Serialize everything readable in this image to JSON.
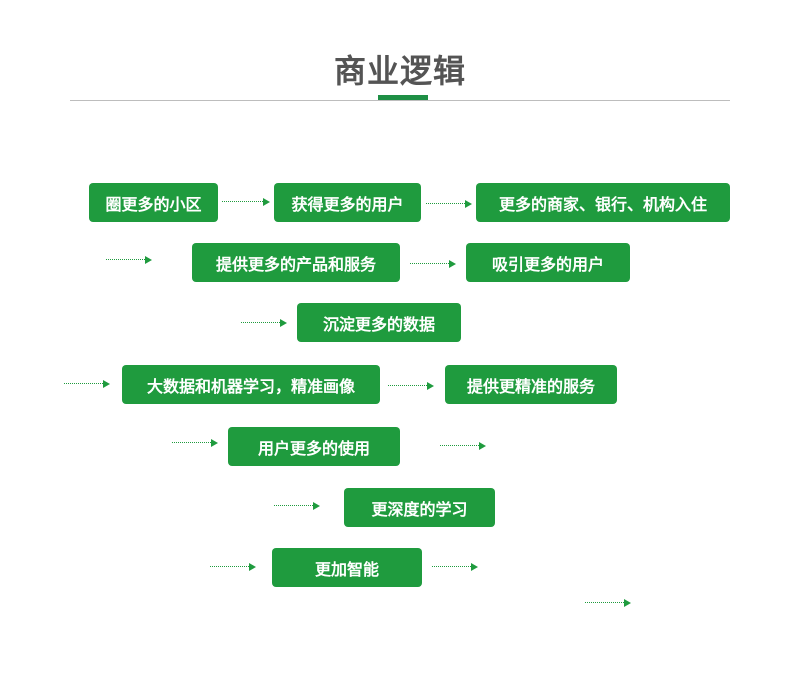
{
  "title": "商业逻辑",
  "nodes": [
    "圈更多的小区",
    "获得更多的用户",
    "更多的商家、银行、机构入住",
    "提供更多的产品和服务",
    "吸引更多的用户",
    "沉淀更多的数据",
    "大数据和机器学习，精准画像",
    "提供更精准的服务",
    "用户更多的使用",
    "更深度的学习",
    "更加智能"
  ],
  "colors": {
    "accent": "#1f9b3e",
    "title": "#545454"
  }
}
